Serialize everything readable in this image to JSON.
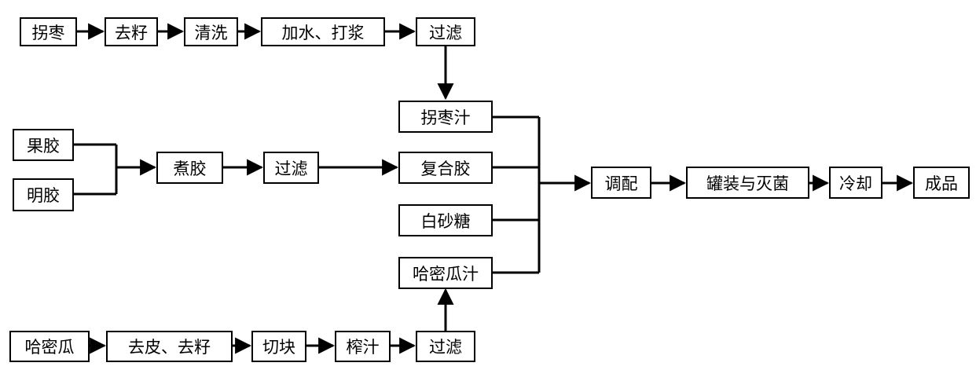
{
  "nodes": {
    "guaizao": "拐枣",
    "quzi_top": "去籽",
    "qingxi": "清洗",
    "jiashui": "加水、打浆",
    "guolv_top": "过滤",
    "guaizaozhi": "拐枣汁",
    "guojiao": "果胶",
    "mingjiao": "明胶",
    "zhujiao": "煮胶",
    "guolv_mid": "过滤",
    "fuhejiao": "复合胶",
    "baishatang": "白砂糖",
    "hamiguazhi": "哈密瓜汁",
    "hamigua": "哈密瓜",
    "qupi": "去皮、去籽",
    "qiekuai": "切块",
    "zhazhi": "榨汁",
    "guolv_bot": "过滤",
    "tiaopei": "调配",
    "guanzhuang": "罐装与灭菌",
    "lengque": "冷却",
    "chengpin": "成品"
  }
}
